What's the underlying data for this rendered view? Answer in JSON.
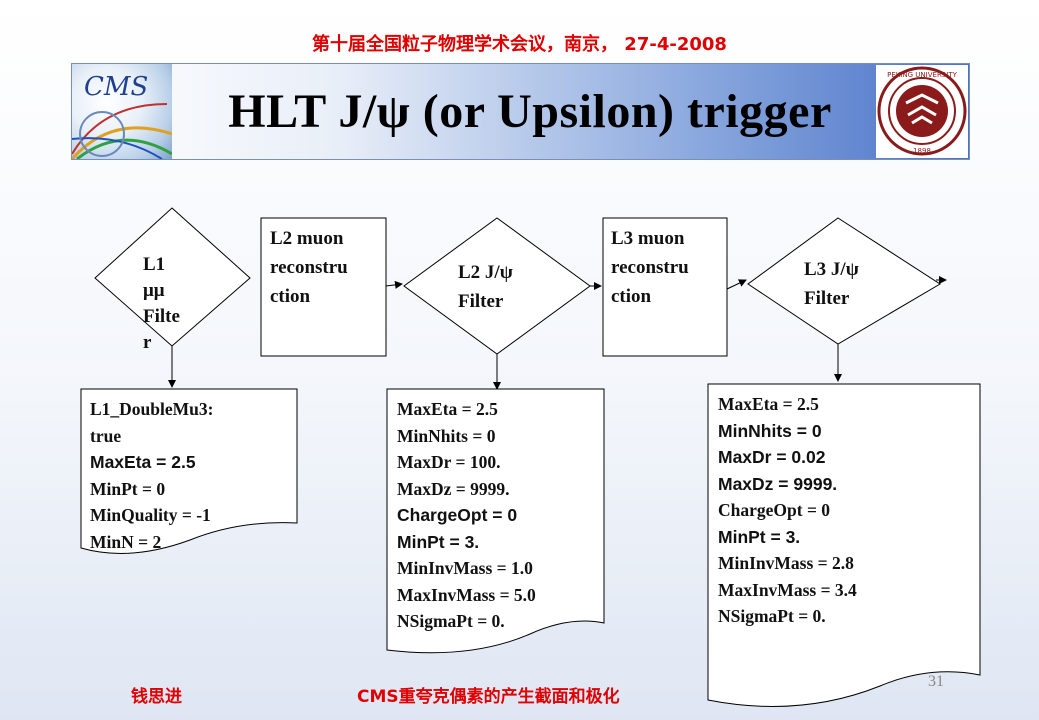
{
  "header": {
    "conference": "第十届全国粒子物理学术会议，南京， 27-4-2008"
  },
  "banner": {
    "title": "HLT J/ψ (or Upsilon) trigger",
    "left_logo_text": "CMS"
  },
  "flow": {
    "l1_filter": {
      "lines": [
        "L1",
        "μμ",
        "Filte",
        "r"
      ]
    },
    "l2_muon": {
      "lines": [
        "L2 muon",
        "reconstru",
        "ction"
      ]
    },
    "l2_jpsi": {
      "lines": [
        "L2 J/ψ",
        "Filter"
      ]
    },
    "l3_muon": {
      "lines": [
        "L3 muon",
        "reconstru",
        "ction"
      ]
    },
    "l3_jpsi": {
      "lines": [
        "L3 J/ψ",
        "Filter"
      ]
    }
  },
  "params": {
    "l1": [
      "L1_DoubleMu3:",
      "true",
      "MaxEta = 2.5",
      "MinPt = 0",
      "MinQuality = -1",
      "MinN = 2"
    ],
    "l2": [
      "MaxEta = 2.5",
      "MinNhits = 0",
      "MaxDr = 100.",
      "MaxDz = 9999.",
      "ChargeOpt = 0",
      "MinPt = 3.",
      "MinInvMass = 1.0",
      "MaxInvMass = 5.0",
      "NSigmaPt = 0."
    ],
    "l3": [
      "MaxEta = 2.5",
      "MinNhits = 0",
      "MaxDr = 0.02",
      "MaxDz = 9999.",
      "ChargeOpt = 0",
      "MinPt = 3.",
      "MinInvMass = 2.8",
      "MaxInvMass = 3.4",
      "NSigmaPt = 0."
    ]
  },
  "footer": {
    "author": "钱思进",
    "topic": "CMS重夸克偶素的产生截面和极化",
    "page": "31"
  }
}
